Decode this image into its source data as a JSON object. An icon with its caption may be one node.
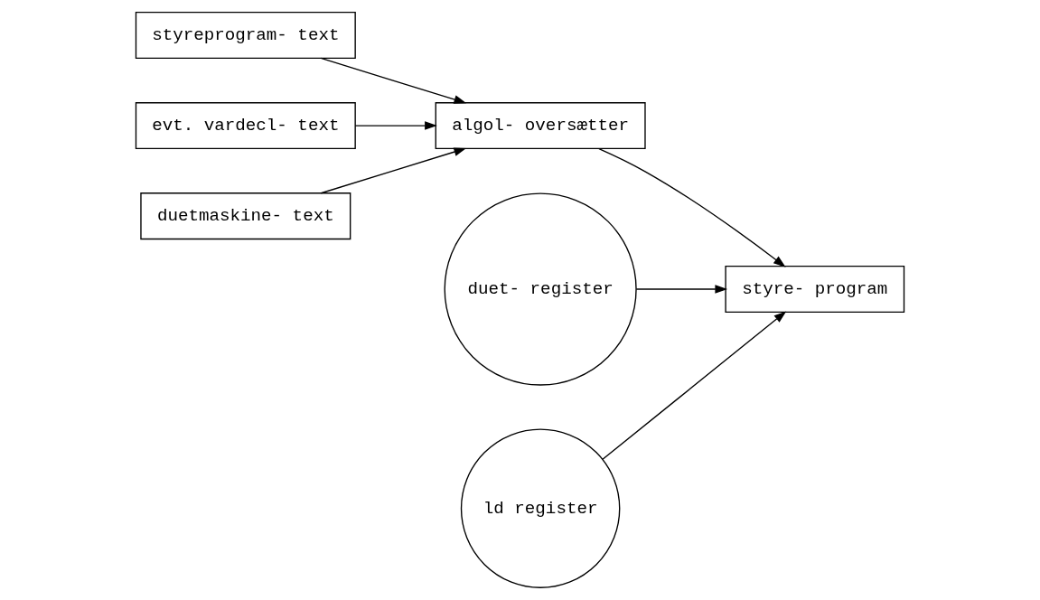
{
  "diagram": {
    "nodes": [
      {
        "text": [
          "styreprogram- text"
        ]
      },
      {
        "text": [
          "evt. vardecl- text"
        ]
      },
      {
        "text": [
          "duetmaskine- text"
        ]
      },
      {
        "text": [
          "algol- oversætter"
        ]
      },
      {
        "text": [
          "styre- program"
        ]
      },
      {
        "text": [
          "duet- register"
        ]
      },
      {
        "text": [
          "ld register"
        ]
      }
    ],
    "edges": [
      {
        "from": 0,
        "to": 3,
        "arrow": "to"
      },
      {
        "from": 1,
        "to": 3,
        "arrow": "to"
      },
      {
        "from": 2,
        "to": 3,
        "arrow": "to"
      },
      {
        "from": 3,
        "to": 4,
        "arrow": "to"
      },
      {
        "from": 5,
        "to": 4,
        "arrow": "to"
      },
      {
        "from": 6,
        "to": 4,
        "arrow": "to"
      }
    ]
  }
}
